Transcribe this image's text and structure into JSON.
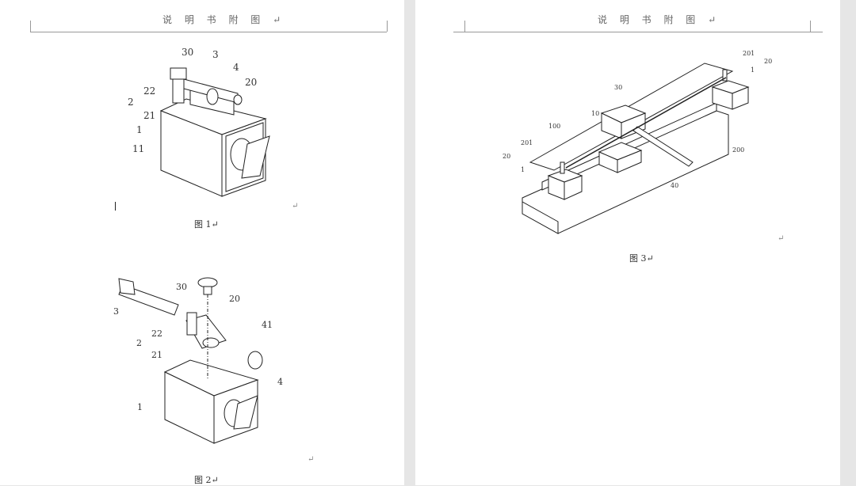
{
  "pages": [
    {
      "header": "说 明 书 附 图 ↵",
      "figures": [
        {
          "caption": "图 1↵",
          "labels": [
            "30",
            "3",
            "4",
            "20",
            "22",
            "2",
            "21",
            "1",
            "11"
          ]
        },
        {
          "caption": "图 2↵",
          "labels": [
            "30",
            "20",
            "3",
            "22",
            "2",
            "21",
            "41",
            "4",
            "1"
          ]
        }
      ]
    },
    {
      "header": "说 明 书 附 图 ↵",
      "figures": [
        {
          "caption": "图 3↵",
          "labels": [
            "201",
            "20",
            "1",
            "30",
            "10",
            "100",
            "201",
            "20",
            "1",
            "200",
            "40"
          ]
        }
      ]
    }
  ],
  "paragraph_mark": "↵"
}
